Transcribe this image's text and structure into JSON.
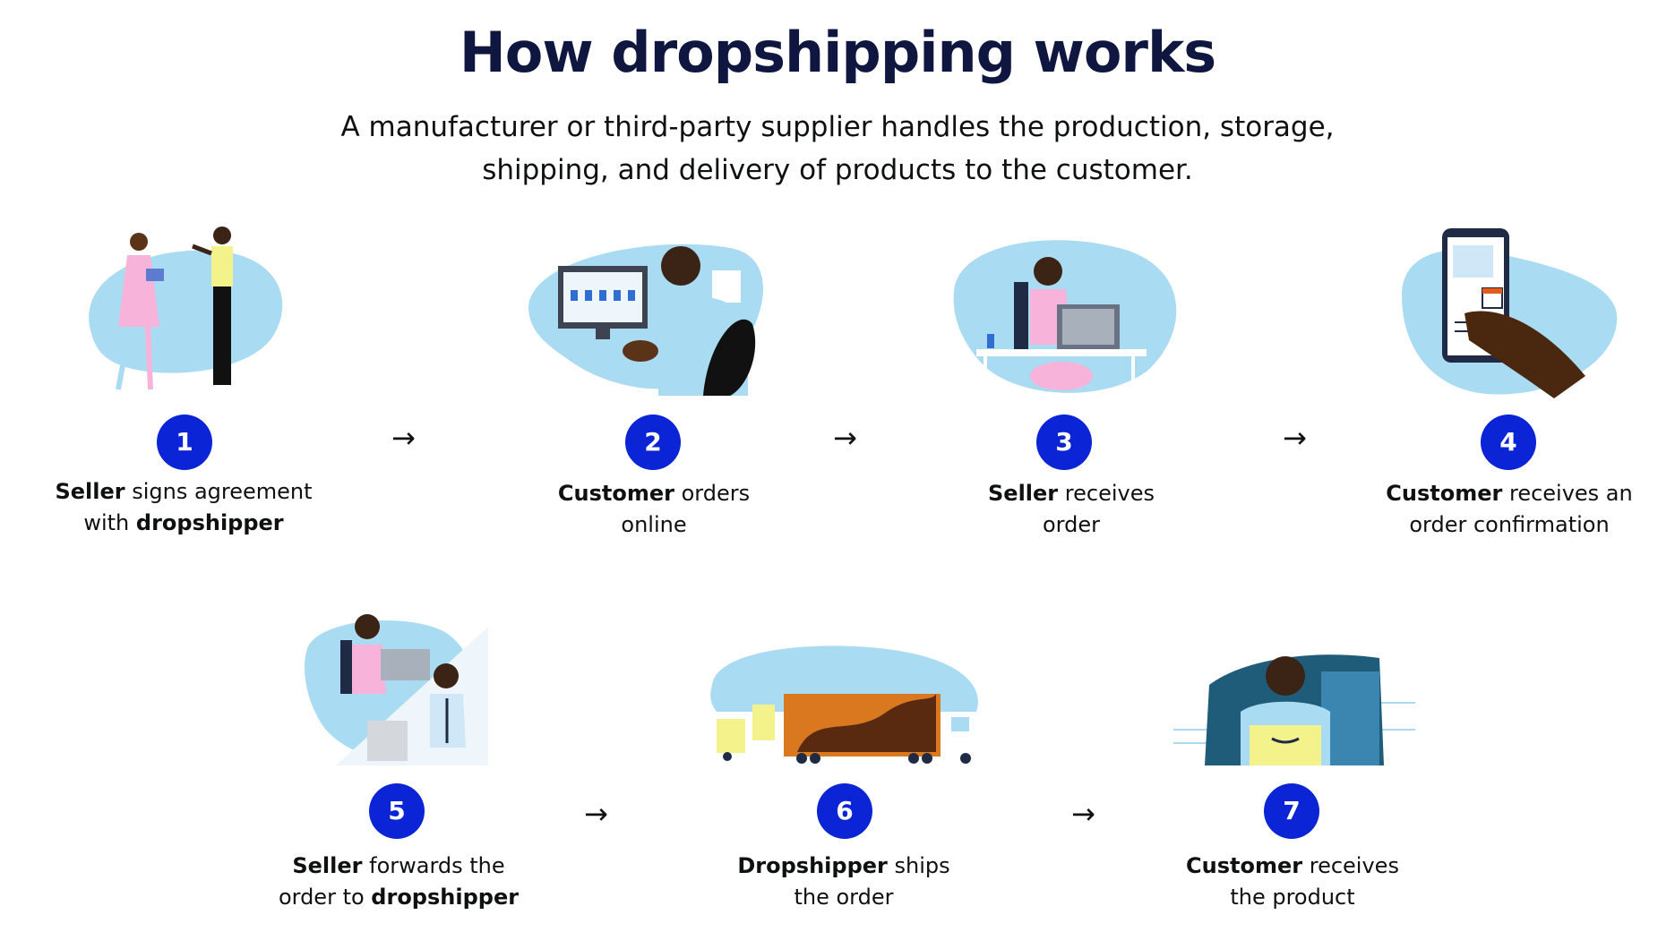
{
  "header": {
    "title": "How dropshipping works",
    "subtitle_line1": "A manufacturer or third-party supplier handles the production, storage,",
    "subtitle_line2": "shipping, and delivery of products to the customer."
  },
  "colors": {
    "badge": "#0a24d6",
    "blob": "#a9dbf3",
    "title": "#0f1740"
  },
  "arrow_glyph": "→",
  "steps": [
    {
      "number": "1",
      "icon": "agreement-illustration",
      "l1_bold": "Seller",
      "l1_rest": " signs agreement",
      "l2_pre": "with ",
      "l2_bold": "dropshipper",
      "l2_post": ""
    },
    {
      "number": "2",
      "icon": "online-order-illustration",
      "l1_bold": "Customer",
      "l1_rest": " orders",
      "l2_pre": "online",
      "l2_bold": "",
      "l2_post": ""
    },
    {
      "number": "3",
      "icon": "seller-desk-illustration",
      "l1_bold": "Seller",
      "l1_rest": " receives",
      "l2_pre": "order",
      "l2_bold": "",
      "l2_post": ""
    },
    {
      "number": "4",
      "icon": "phone-confirmation-illustration",
      "l1_bold": "Customer",
      "l1_rest": " receives an",
      "l2_pre": "order confirmation",
      "l2_bold": "",
      "l2_post": ""
    },
    {
      "number": "5",
      "icon": "forward-order-illustration",
      "l1_bold": "Seller",
      "l1_rest": " forwards the",
      "l2_pre": "order to ",
      "l2_bold": "dropshipper",
      "l2_post": ""
    },
    {
      "number": "6",
      "icon": "truck-shipping-illustration",
      "l1_bold": "Dropshipper",
      "l1_rest": " ships",
      "l2_pre": "the order",
      "l2_bold": "",
      "l2_post": ""
    },
    {
      "number": "7",
      "icon": "customer-package-illustration",
      "l1_bold": "Customer",
      "l1_rest": " receives",
      "l2_pre": "the product",
      "l2_bold": "",
      "l2_post": ""
    }
  ]
}
